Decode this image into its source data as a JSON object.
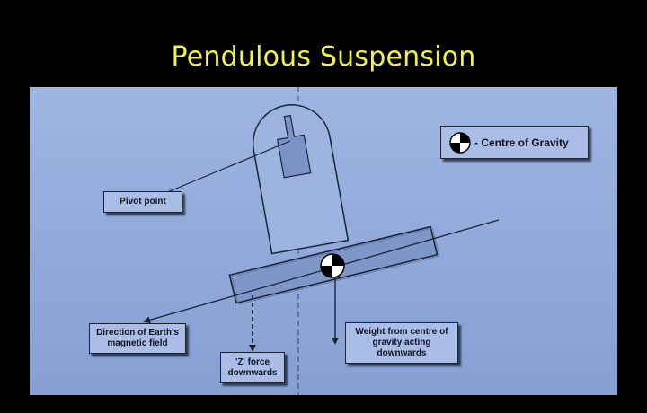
{
  "title": "Pendulous Suspension",
  "legend": {
    "icon": "centre-of-gravity-icon",
    "label": "- Centre of Gravity"
  },
  "labels": {
    "pivot": "Pivot point",
    "earth_field": "Direction of Earth's magnetic field",
    "z_force": "'Z' force downwards",
    "weight": "Weight from centre of gravity acting downwards"
  },
  "colors": {
    "title": "#f2f24a",
    "panel": "#93abdb",
    "background": "#000000",
    "line": "#1b2436"
  }
}
